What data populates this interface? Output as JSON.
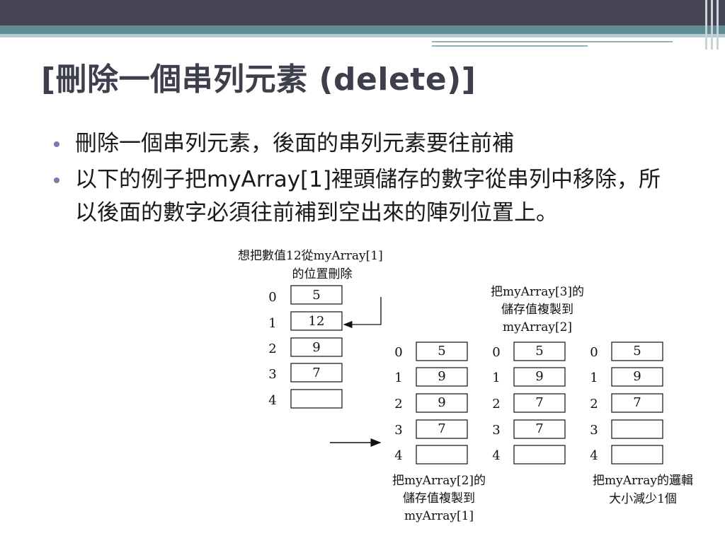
{
  "title": "[刪除一個串列元素 (delete)]",
  "bullets": [
    "刪除一個串列元素，後面的串列元素要往前補",
    "以下的例子把myArray[1]裡頭儲存的數字從串列中移除，所以後面的數字必須往前補到空出來的陣列位置上。"
  ],
  "diagram": {
    "caption_top": [
      "想把數值12從myArray[1]",
      "的位置刪除"
    ],
    "caption_step2": [
      "把myArray[3]的",
      "儲存值複製到",
      "myArray[2]"
    ],
    "caption_step1": [
      "把myArray[2]的",
      "儲存值複製到",
      "myArray[1]"
    ],
    "caption_step3": [
      "把myArray的邏輯",
      "大小減少1個"
    ],
    "indices": [
      "0",
      "1",
      "2",
      "3",
      "4"
    ],
    "arrays": [
      {
        "name": "original",
        "values": [
          "5",
          "12",
          "9",
          "7",
          ""
        ]
      },
      {
        "name": "after-step1",
        "values": [
          "5",
          "9",
          "9",
          "7",
          ""
        ]
      },
      {
        "name": "after-step2",
        "values": [
          "5",
          "9",
          "7",
          "7",
          ""
        ]
      },
      {
        "name": "after-step3",
        "values": [
          "5",
          "9",
          "7",
          "",
          ""
        ]
      }
    ]
  },
  "colors": {
    "topbar": "#454553",
    "accent_teal": "#5f8c94",
    "title": "#3d3f4d",
    "bullet_dot": "#8a70ad"
  }
}
